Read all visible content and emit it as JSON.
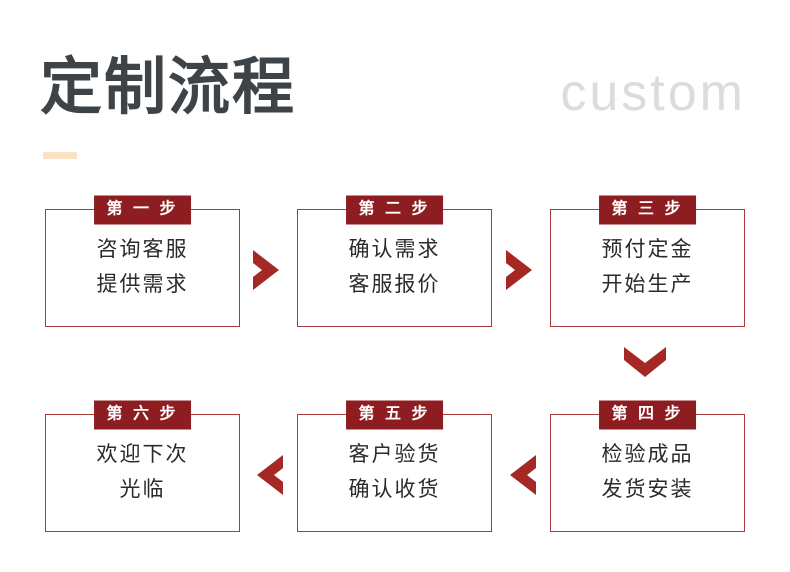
{
  "header": {
    "title": "定制流程",
    "subtitle": "custom",
    "accent_color": "#fbe2c4",
    "title_color": "#3d4346",
    "subtitle_color": "#dcdcdc"
  },
  "theme": {
    "badge_bg": "#8d1d20",
    "badge_text": "#ffffff",
    "box_border": "#ab3b38",
    "arrow_color": "#a62824",
    "page_bg": "#ffffff",
    "body_text": "#2b2b2b"
  },
  "flow": {
    "rows": [
      {
        "direction": "left-to-right",
        "steps": [
          {
            "badge": "第 一 步",
            "line1": "咨询客服",
            "line2": "提供需求"
          },
          {
            "badge": "第 二 步",
            "line1": "确认需求",
            "line2": "客服报价"
          },
          {
            "badge": "第 三 步",
            "line1": "预付定金",
            "line2": "开始生产"
          }
        ]
      },
      {
        "direction": "right-to-left",
        "steps": [
          {
            "badge": "第 六 步",
            "line1": "欢迎下次",
            "line2": "光临"
          },
          {
            "badge": "第 五 步",
            "line1": "客户验货",
            "line2": "确认收货"
          },
          {
            "badge": "第 四 步",
            "line1": "检验成品",
            "line2": "发货安装"
          }
        ]
      }
    ],
    "connectors": {
      "chevron_right_1": "chevron-right-icon",
      "chevron_right_2": "chevron-right-icon",
      "chevron_down": "chevron-down-icon",
      "chevron_left_1": "chevron-left-icon",
      "chevron_left_2": "chevron-left-icon"
    }
  }
}
